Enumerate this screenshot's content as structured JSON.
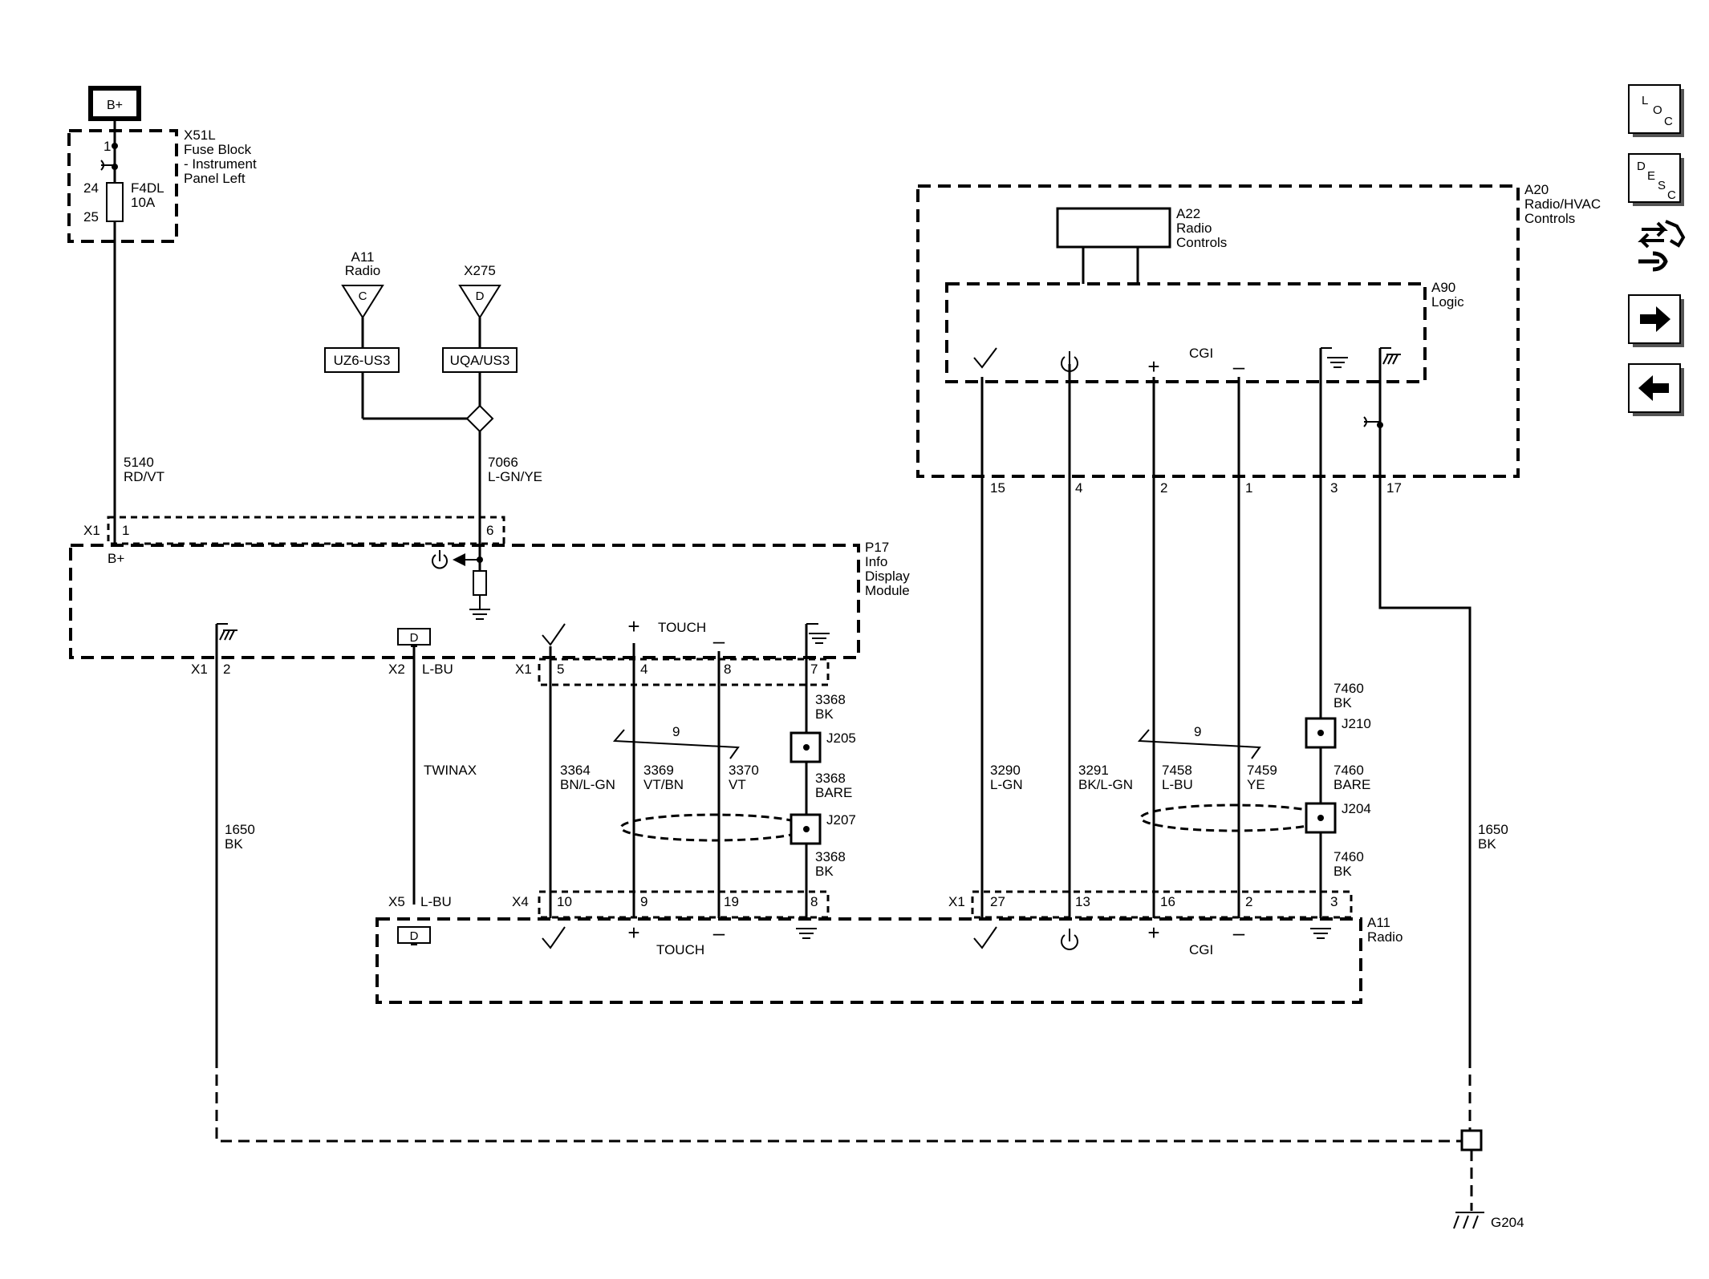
{
  "power": {
    "label": "B+"
  },
  "fuse_block": {
    "id": "X51L",
    "desc_line1": "Fuse Block",
    "desc_line2": "- Instrument",
    "desc_line3": "Panel Left",
    "fuse_id": "F4DL",
    "fuse_rating": "10A",
    "pin_top": "1",
    "pin_mid": "24",
    "pin_bot": "25"
  },
  "refs": {
    "a11": {
      "name": "A11",
      "desc": "Radio",
      "letter": "C",
      "option": "UZ6-US3"
    },
    "x275": {
      "name": "X275",
      "letter": "D",
      "option": "UQA/US3"
    }
  },
  "wires": {
    "w5140": {
      "num": "5140",
      "color": "RD/VT"
    },
    "w7066": {
      "num": "7066",
      "color": "L-GN/YE"
    },
    "w1650a": {
      "num": "1650",
      "color": "BK"
    },
    "twinax": "TWINAX",
    "x2_color": "L-BU",
    "x5_color": "L-BU",
    "w3364": {
      "num": "3364",
      "color": "BN/L-GN"
    },
    "w3369": {
      "num": "3369",
      "color": "VT/BN"
    },
    "w3370": {
      "num": "3370",
      "color": "VT"
    },
    "w3368a": {
      "num": "3368",
      "color": "BK"
    },
    "w3368b": {
      "num": "3368",
      "color": "BARE"
    },
    "w3368c": {
      "num": "3368",
      "color": "BK"
    },
    "w3290": {
      "num": "3290",
      "color": "L-GN"
    },
    "w3291": {
      "num": "3291",
      "color": "BK/L-GN"
    },
    "w7458": {
      "num": "7458",
      "color": "L-BU"
    },
    "w7459": {
      "num": "7459",
      "color": "YE"
    },
    "w7460a": {
      "num": "7460",
      "color": "BK"
    },
    "w7460b": {
      "num": "7460",
      "color": "BARE"
    },
    "w7460c": {
      "num": "7460",
      "color": "BK"
    },
    "w1650b": {
      "num": "1650",
      "color": "BK"
    },
    "twist_left": "9",
    "twist_right": "9"
  },
  "p17": {
    "id": "P17",
    "line1": "Info",
    "line2": "Display",
    "line3": "Module",
    "bplus": "B+",
    "touch": "TOUCH",
    "conn_x1_top": "X1",
    "pin1": "1",
    "pin6": "6",
    "conn_x1_bot": "X1",
    "pin2": "2",
    "conn_x2": "X2",
    "conn_x1_mid": "X1",
    "pin5": "5",
    "pin4": "4",
    "pin8": "8",
    "pin7": "7",
    "d_label": "D"
  },
  "a20": {
    "id": "A20",
    "line1": "Radio/HVAC",
    "line2": "Controls",
    "a22_id": "A22",
    "a22_line1": "Radio",
    "a22_line2": "Controls",
    "a90_id": "A90",
    "a90_line1": "Logic",
    "cgi": "CGI",
    "pins": [
      "15",
      "4",
      "2",
      "1",
      "3",
      "17"
    ]
  },
  "a11": {
    "id": "A11",
    "line1": "Radio",
    "touch": "TOUCH",
    "cgi": "CGI",
    "conn_x5": "X5",
    "conn_x4": "X4",
    "conn_x1": "X1",
    "x4_pins": [
      "10",
      "9",
      "19",
      "8"
    ],
    "x1_pins": [
      "27",
      "13",
      "16",
      "2",
      "3"
    ],
    "d_label": "D"
  },
  "splices": {
    "j205": "J205",
    "j207": "J207",
    "j210": "J210",
    "j204": "J204"
  },
  "ground": {
    "id": "G204"
  },
  "nav": {
    "loc": {
      "l1": "L",
      "l2": "O",
      "l3": "C"
    },
    "desc": {
      "l1": "D",
      "l2": "E",
      "l3": "S",
      "l4": "C"
    }
  }
}
